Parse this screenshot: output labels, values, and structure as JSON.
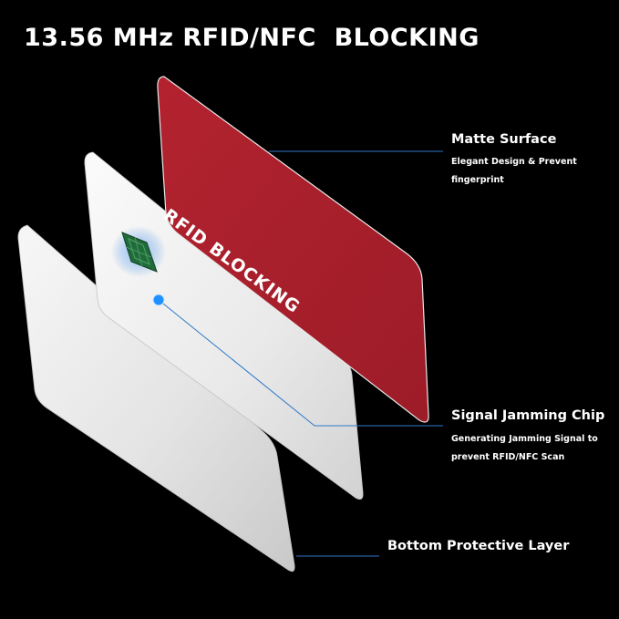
{
  "header": {
    "title": "13.56 MHz RFID/NFC  BLOCKING"
  },
  "card": {
    "face_text": "RFID BLOCKING"
  },
  "callouts": [
    {
      "title": "Matte Surface",
      "description": "Elegant Design & Prevent fingerprint"
    },
    {
      "title": "Signal Jamming Chip",
      "description": "Generating Jamming Signal to prevent RFID/NFC Scan"
    },
    {
      "title": "Bottom Protective Layer",
      "description": ""
    }
  ],
  "colors": {
    "background": "#000000",
    "red_card": "#a51f2b",
    "accent_line": "#2f78c9",
    "chip_green": "#1f6b3a"
  }
}
